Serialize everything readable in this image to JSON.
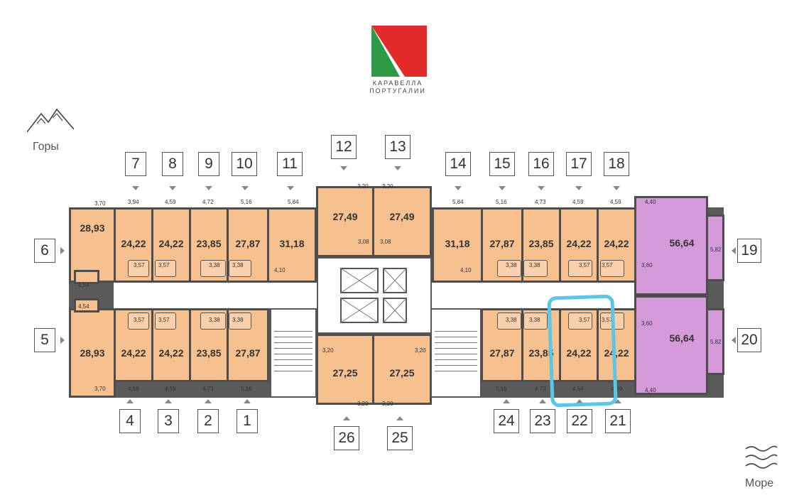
{
  "logo": {
    "line1": "КАРАВЕЛЛА",
    "line2": "ПОРТУГАЛИИ",
    "colors": {
      "red": "#e42b2b",
      "green": "#2f9a45"
    }
  },
  "corners": {
    "mountains": "Горы",
    "sea": "Море"
  },
  "colors": {
    "standard": "#f7c08f",
    "premium": "#d59ad9",
    "highlight": "#5bc7e8"
  },
  "top_row": {
    "numbers": [
      "7",
      "8",
      "9",
      "10",
      "11",
      "12",
      "13",
      "14",
      "15",
      "16",
      "17",
      "18"
    ],
    "areas": [
      "24,22",
      "24,22",
      "23,85",
      "27,87",
      "31,18",
      "27,49",
      "27,49",
      "31,18",
      "27,87",
      "23,85",
      "24,22",
      "24,22"
    ],
    "top_dims": [
      "3,94",
      "4,59",
      "4,72",
      "5,16",
      "5,84",
      "3,20",
      "3,20",
      "5,84",
      "5,16",
      "4,73",
      "4,59",
      "4,59"
    ],
    "bottom_dims": [
      "3,57",
      "3,57",
      "3,38",
      "3,38",
      "4,10",
      "3,08",
      "3,08",
      "4,10",
      "3,38",
      "3,38",
      "3,57",
      "3,57"
    ]
  },
  "bottom_row": {
    "numbers": [
      "4",
      "3",
      "2",
      "1",
      "26",
      "25",
      "24",
      "23",
      "22",
      "21"
    ],
    "areas": [
      "24,22",
      "24,22",
      "23,85",
      "27,87",
      "27,25",
      "27,25",
      "27,87",
      "23,85",
      "24,22",
      "24,22"
    ],
    "top_dims": [
      "3,57",
      "3,57",
      "3,38",
      "3,38",
      "3,20",
      "3,20",
      "3,38",
      "3,38",
      "3,57",
      "3,57"
    ],
    "bottom_dims": [
      "4,59",
      "4,59",
      "4,73",
      "5,16",
      "3,20",
      "3,20",
      "5,16",
      "4,73",
      "4,59",
      "4,59"
    ]
  },
  "left_end": {
    "numbers": [
      "6",
      "5"
    ],
    "areas": [
      "28,93",
      "28,93"
    ],
    "dims": [
      "3,70",
      "3,70",
      "4,54",
      "4,54"
    ]
  },
  "right_end": {
    "numbers": [
      "19",
      "20"
    ],
    "areas": [
      "56,64",
      "56,64"
    ],
    "dims": [
      "4,40",
      "4,40",
      "3,60",
      "3,60",
      "5,82",
      "5,82"
    ]
  },
  "selected": {
    "apartment": "22"
  }
}
